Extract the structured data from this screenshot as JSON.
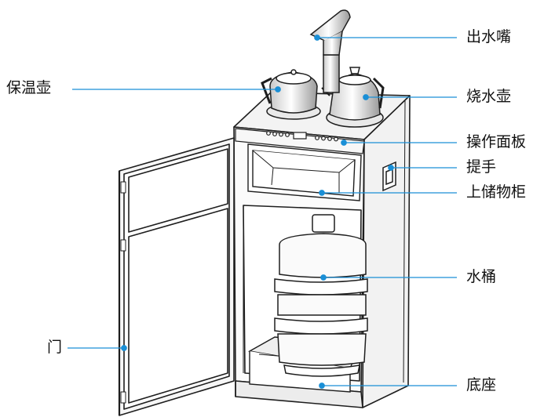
{
  "colors": {
    "leader": "#1a8fd6",
    "dot": "#1a8fd6",
    "outline": "#1e1e1e",
    "body": "#ffffff"
  },
  "labels": {
    "spout": "出水嘴",
    "warm_kettle": "保温壶",
    "boil_kettle": "烧水壶",
    "control_panel": "操作面板",
    "handle": "提手",
    "upper_cabinet": "上储物柜",
    "water_bucket": "水桶",
    "door": "门",
    "base": "底座"
  }
}
